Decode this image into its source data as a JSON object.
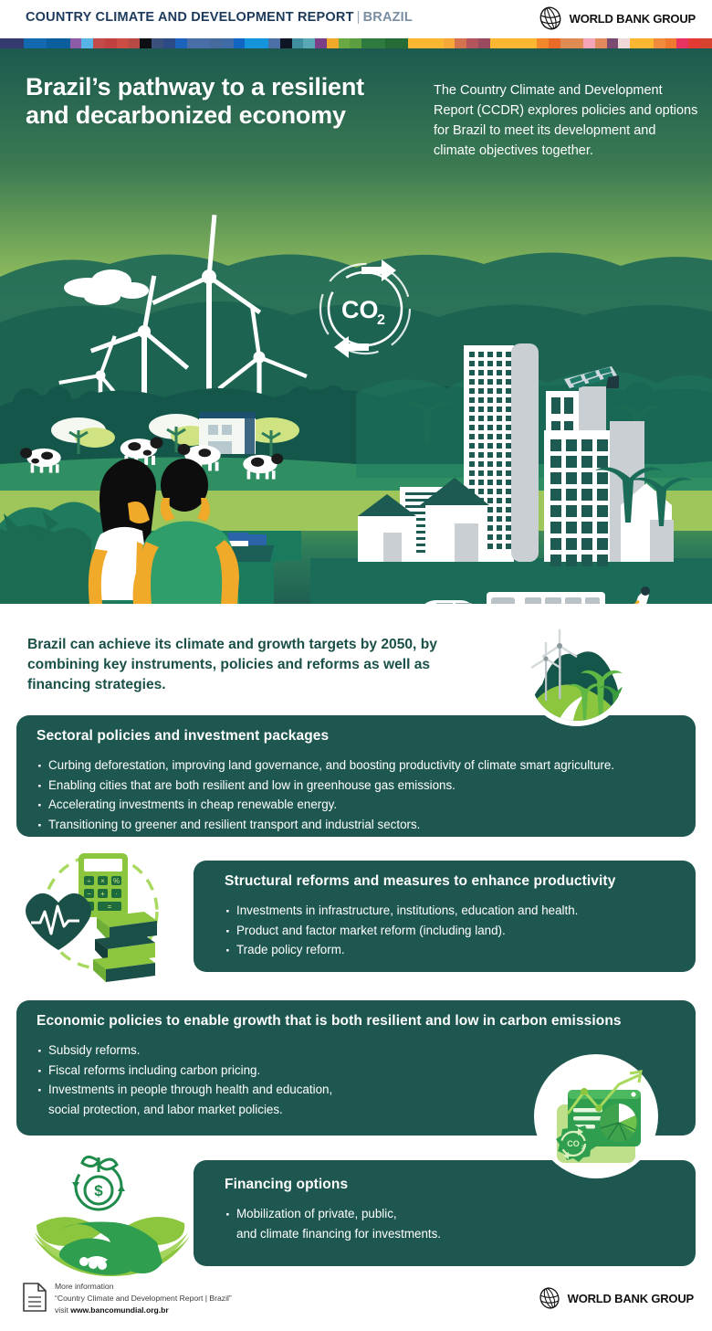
{
  "header": {
    "report_label": "COUNTRY CLIMATE AND DEVELOPMENT REPORT",
    "separator": "|",
    "country": "BRAZIL",
    "logo_text": "WORLD BANK GROUP",
    "logo_icon": "globe-icon"
  },
  "colorbar": {
    "colors": [
      "#343a6e",
      "#343a6e",
      "#1369b0",
      "#1369b0",
      "#0b5e9e",
      "#0b5e9e",
      "#8e5ba6",
      "#56b4e6",
      "#c24a4a",
      "#c0413f",
      "#cc4d43",
      "#b84a46",
      "#0d0d14",
      "#3a4f7a",
      "#2b4a86",
      "#1b63bb",
      "#4a6ea8",
      "#4a6ea8",
      "#46699e",
      "#3f6ba6",
      "#1166c4",
      "#1494da",
      "#1494da",
      "#4c6fa6",
      "#0e1524",
      "#3f8fa0",
      "#58a9b5",
      "#7a3f86",
      "#f0a929",
      "#6aa844",
      "#5d9e41",
      "#2f7a3f",
      "#2f7a3f",
      "#246b36",
      "#246b36",
      "#fbb731",
      "#fbb731",
      "#fbb731",
      "#f7a839",
      "#d4724f",
      "#b4545c",
      "#9a4a5e",
      "#fbb731",
      "#fbb731",
      "#fbb731",
      "#fbb731",
      "#f2872b",
      "#ea6a28",
      "#e08b52",
      "#e08b52",
      "#f4a6b8",
      "#e28a5e",
      "#7a4a72",
      "#efd8d8",
      "#fbb731",
      "#fbb731",
      "#f08a3c",
      "#ef7a2d",
      "#e8325f",
      "#e43a33",
      "#d8432f"
    ]
  },
  "hero": {
    "title_line1": "Brazil’s pathway to a resilient",
    "title_line2": "and decarbonized economy",
    "subtitle": "The Country Climate and Development Report (CCDR) explores policies and options for Brazil to meet its development and climate objectives together.",
    "co2_label": "CO",
    "co2_sub": "2",
    "icons": [
      "wind-turbine-icon",
      "co2-cycle-icon",
      "cloud-icon",
      "cow-icon",
      "ship-icon",
      "building-icon",
      "solar-panel-icon",
      "bus-icon",
      "car-icon",
      "bicycle-icon",
      "palm-tree-icon",
      "couple-illustration"
    ]
  },
  "lead": {
    "text": "Brazil can achieve its climate and growth targets by 2050, by combining key instruments, policies and reforms as well as financing strategies."
  },
  "cards": [
    {
      "id": "card1",
      "title": "Sectoral policies and investment packages",
      "bullets": [
        "Curbing deforestation, improving land governance, and boosting productivity of climate smart agriculture.",
        "Enabling cities that are both resilient and low in greenhouse gas emissions.",
        "Accelerating investments in cheap renewable energy.",
        "Transitioning to greener and resilient  transport and industrial sectors."
      ],
      "illustration": "landscape-windturbine-icon"
    },
    {
      "id": "card2",
      "title": "Structural reforms and measures to enhance productivity",
      "bullets": [
        "Investments in infrastructure, institutions, education and health.",
        "Product and factor market reform (including land).",
        "Trade policy reform."
      ],
      "illustration": "calculator-books-heart-icon"
    },
    {
      "id": "card3",
      "title": "Economic policies to enable growth that is both resilient and low in carbon emissions",
      "bullets": [
        "Subsidy reforms.",
        "Fiscal reforms including carbon pricing.",
        "Investments in people through health and education,\nsocial protection, and labor market policies."
      ],
      "illustration": "chart-dashboard-co2-icon"
    },
    {
      "id": "card4",
      "title": "Financing options",
      "bullets": [
        "Mobilization of private, public,\nand climate financing for investments."
      ],
      "illustration": "handshake-money-plant-icon"
    }
  ],
  "footer": {
    "line1": "More information",
    "line2": "“Country Climate and Development Report | Brazil”",
    "line3_prefix": "visit ",
    "line3_url": "www.bancomundial.org.br",
    "logo_text": "WORLD BANK GROUP",
    "doc_icon": "document-icon"
  },
  "colors": {
    "dark_teal": "#1e5750",
    "header_navy": "#1d3a5c",
    "lead_green": "#1a5048",
    "light_green": "#8cc63f",
    "mid_green": "#2e9a4f"
  }
}
